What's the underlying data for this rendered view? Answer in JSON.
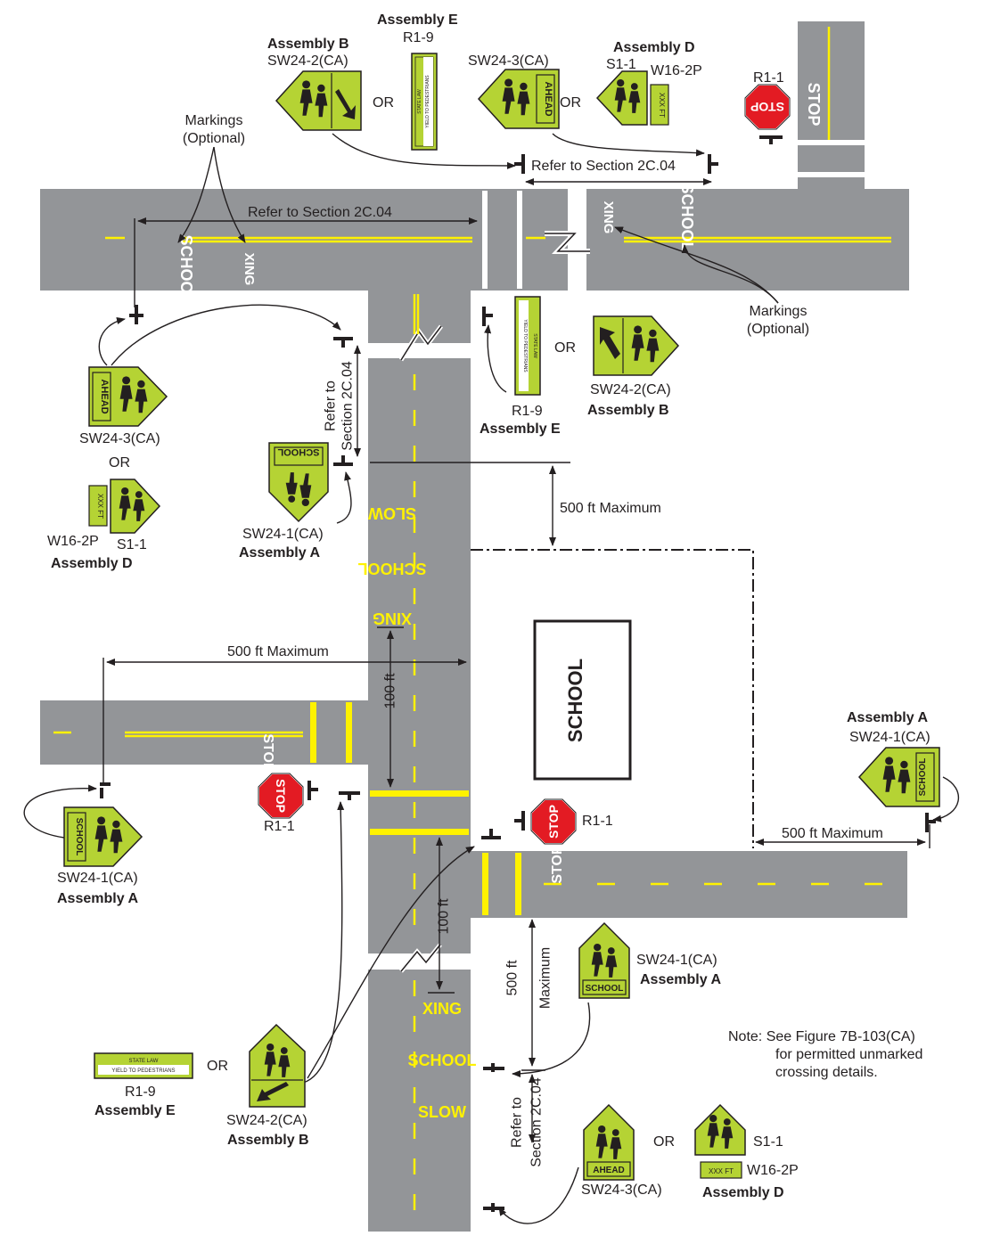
{
  "school_label": "SCHOOL",
  "pavement": {
    "school": "SCHOOL",
    "xing": "XING",
    "slow": "SLOW",
    "stop": "STOP"
  },
  "sign_text": {
    "stop": "STOP",
    "ahead": "AHEAD",
    "school": "SCHOOL",
    "xxx_ft": "XXX FT",
    "state_law": "STATE LAW",
    "yield_to_pedestrians": "YIELD TO PEDESTRIANS"
  },
  "labels": {
    "refer_section": "Refer to Section 2C.04",
    "refer_to": "Refer to",
    "section": "Section 2C.04",
    "markings": "Markings",
    "optional": "(Optional)",
    "max_500": "500 ft Maximum",
    "ft_500": "500 ft",
    "maximum": "Maximum",
    "ft_100": "100 ft",
    "or": "OR",
    "r1_1": "R1-1",
    "r1_9": "R1-9",
    "s1_1": "S1-1",
    "w16_2p": "W16-2P",
    "sw24_1": "SW24-1(CA)",
    "sw24_2": "SW24-2(CA)",
    "sw24_3": "SW24-3(CA)",
    "assembly_a": "Assembly A",
    "assembly_b": "Assembly B",
    "assembly_d": "Assembly D",
    "assembly_e": "Assembly E"
  },
  "note": {
    "line1": "Note: See Figure 7B-103(CA)",
    "line2": "for permitted unmarked",
    "line3": "crossing details."
  },
  "colors": {
    "pavement": "#939598",
    "centerline": "#fff200",
    "crosswalk": "#ffffff",
    "sign_fluorescent": "#b5d334",
    "stop_red": "#e31b23",
    "ink": "#231f20"
  }
}
